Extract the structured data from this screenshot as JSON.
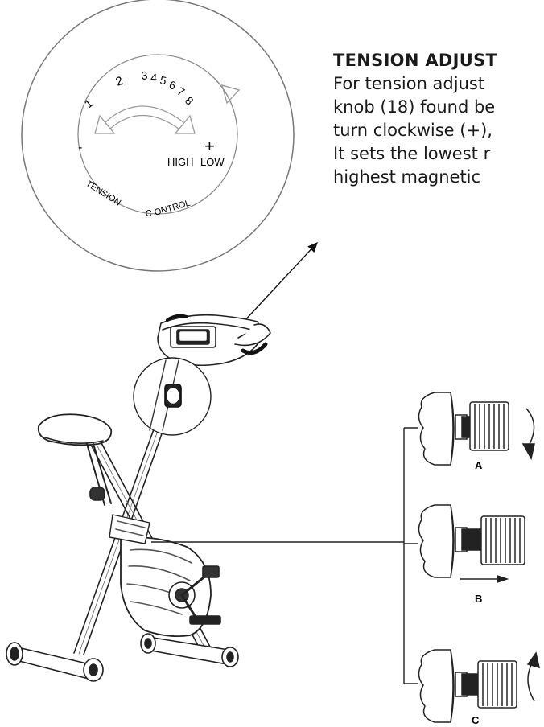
{
  "instructions": {
    "heading": "TENSION ADJUST",
    "lines": [
      "For tension adjust",
      "knob (18) found be",
      "turn clockwise (+),",
      "It sets the lowest r",
      "highest magnetic"
    ]
  },
  "dial": {
    "numbers": [
      "1",
      "2",
      "3",
      "4",
      "5",
      "6",
      "7",
      "8"
    ],
    "minus": "-",
    "plus": "+",
    "high": "HIGH",
    "low": "LOW",
    "caption_part1": "TENSION",
    "caption_part2": "C",
    "caption_part3": "ONTROL"
  },
  "positions": {
    "a": "A",
    "b": "B",
    "c": "C"
  }
}
